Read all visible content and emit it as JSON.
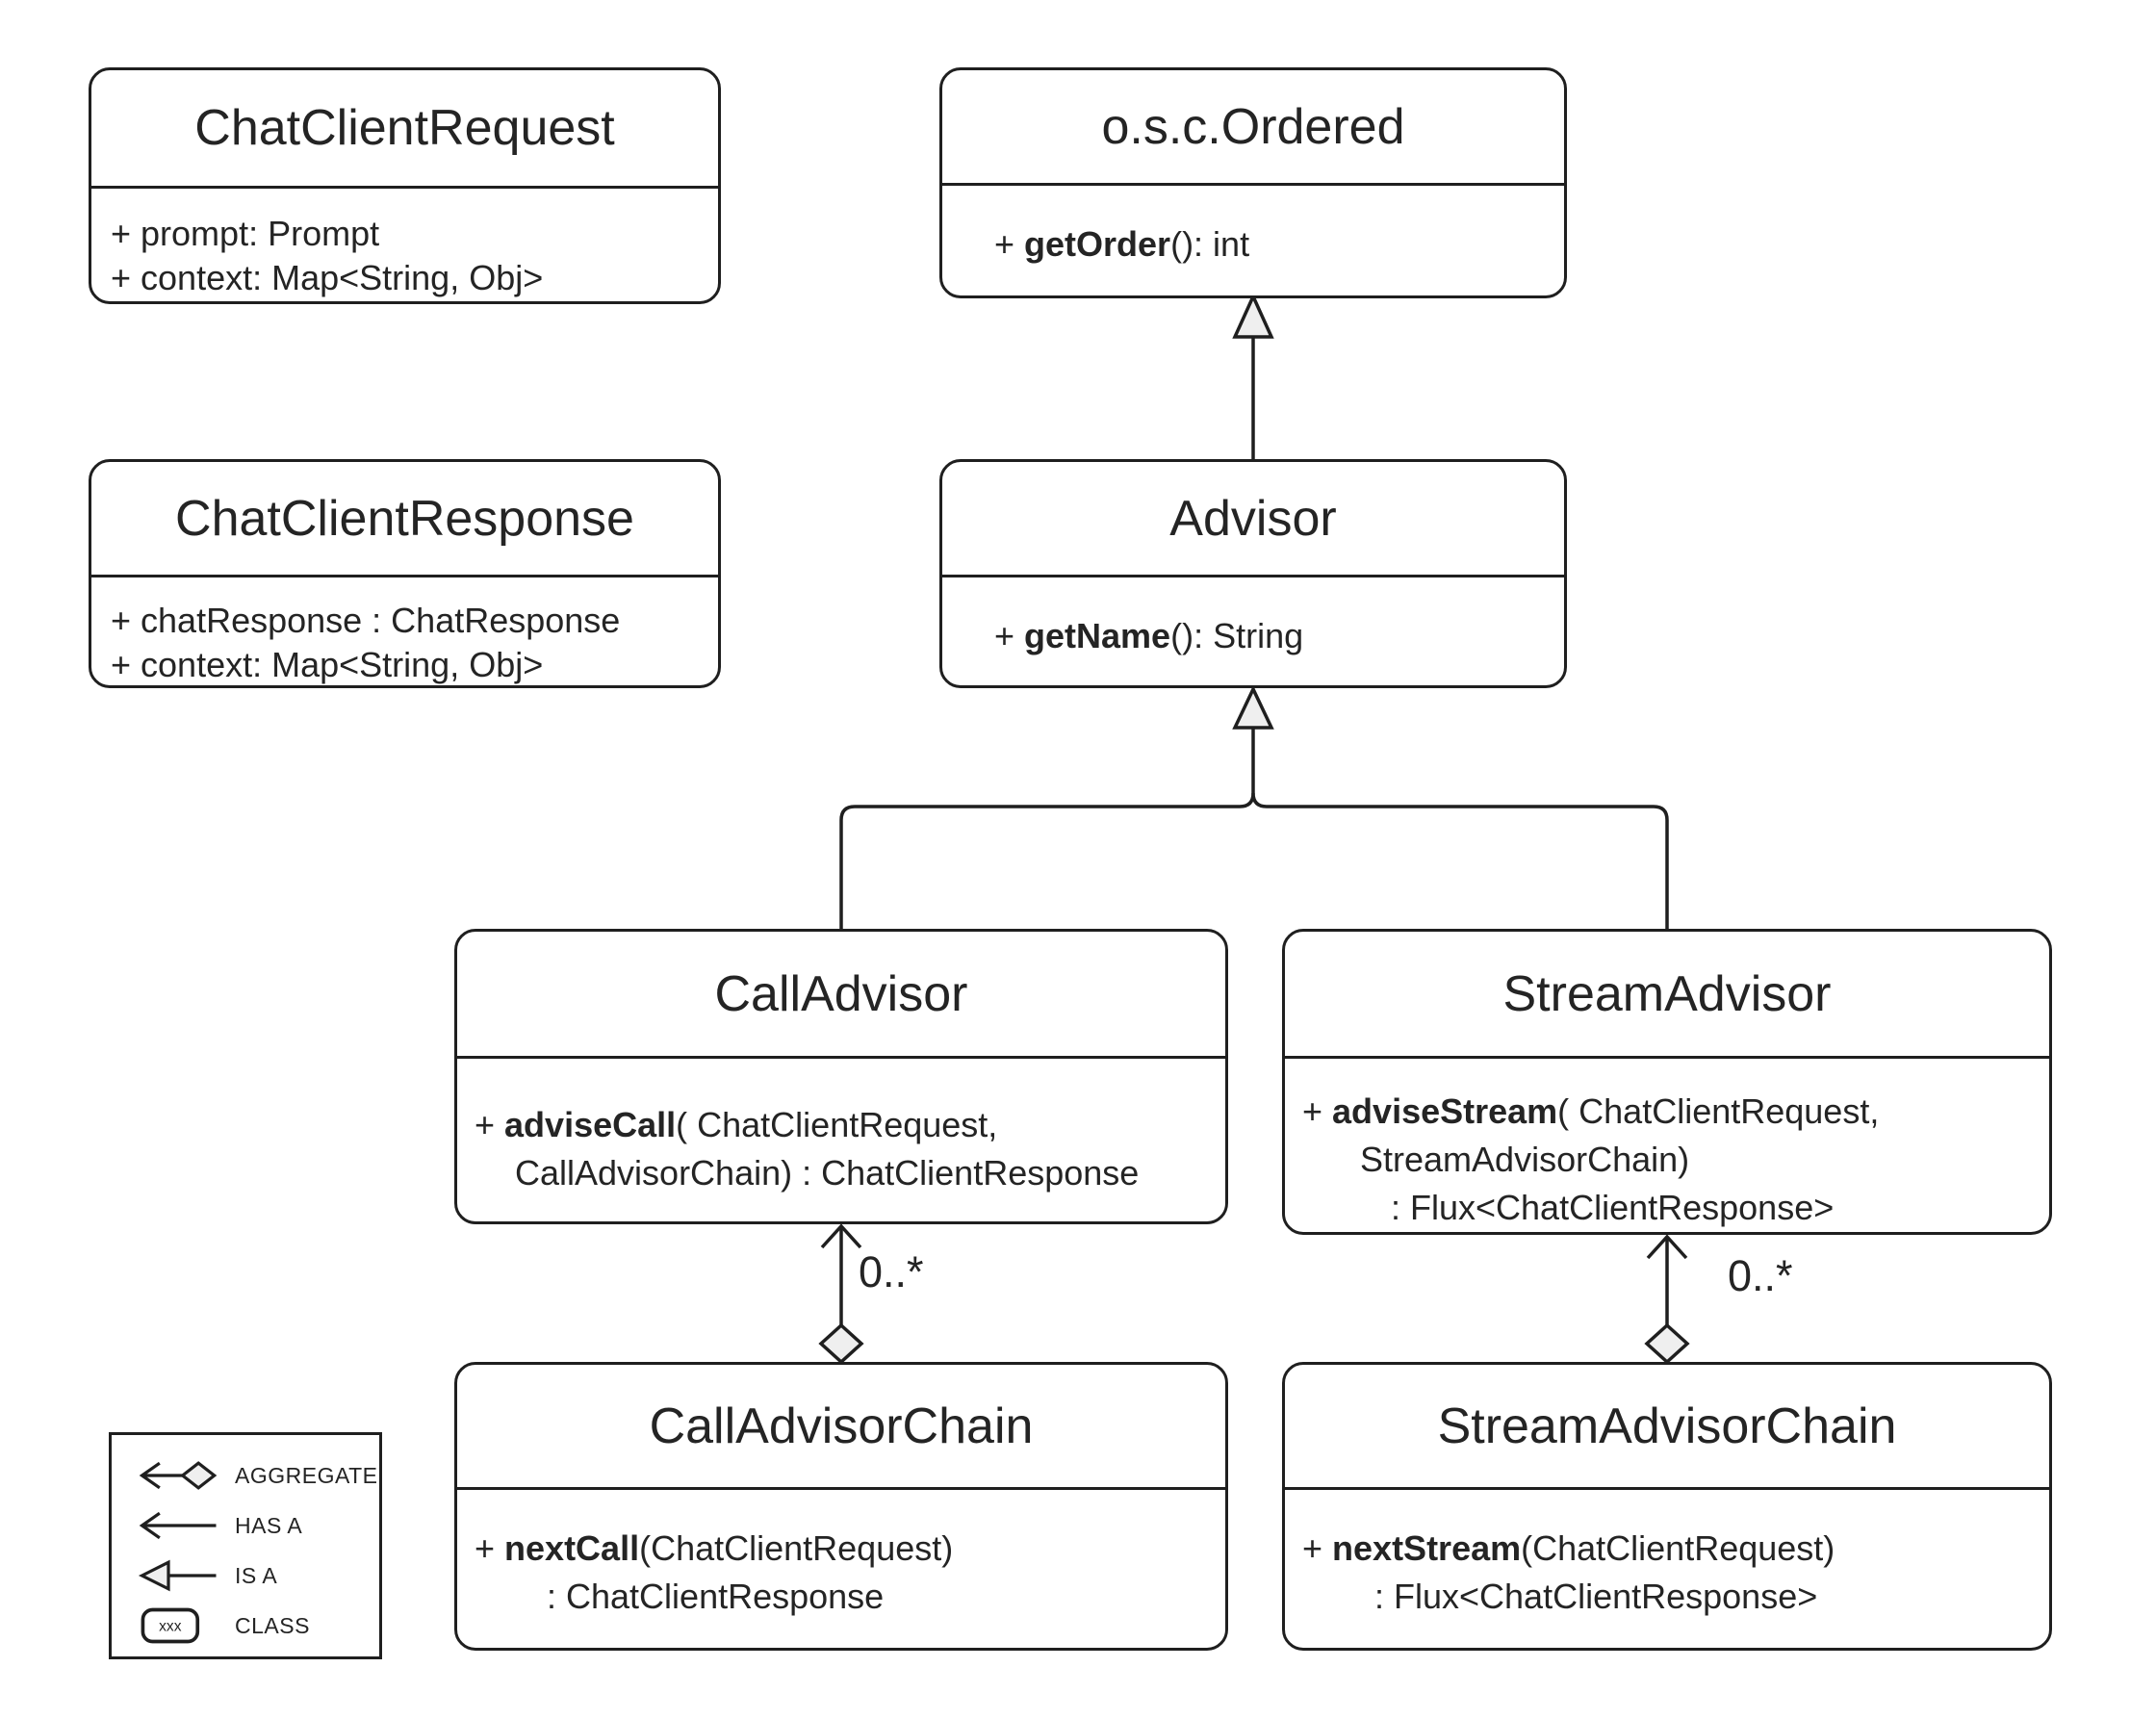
{
  "classes": {
    "chat_client_request": {
      "title": "ChatClientRequest",
      "lines": [
        {
          "pre": "+ prompt: Prompt"
        },
        {
          "pre": "+ context: Map<String, Obj>"
        }
      ]
    },
    "ordered": {
      "title": "o.s.c.Ordered",
      "lines": [
        {
          "pre": "+ ",
          "bold": "getOrder",
          "post": "(): int"
        }
      ]
    },
    "chat_client_response": {
      "title": "ChatClientResponse",
      "lines": [
        {
          "pre": "+ chatResponse : ChatResponse"
        },
        {
          "pre": "+ context: Map<String, Obj>"
        }
      ]
    },
    "advisor": {
      "title": "Advisor",
      "lines": [
        {
          "pre": "+ ",
          "bold": "getName",
          "post": "(): String"
        }
      ]
    },
    "call_advisor": {
      "title": "CallAdvisor",
      "lines": [
        {
          "pre": "+ ",
          "bold": "adviseCall",
          "post": "( ChatClientRequest,"
        },
        {
          "pre": "CallAdvisorChain) : ChatClientResponse"
        }
      ]
    },
    "stream_advisor": {
      "title": "StreamAdvisor",
      "lines": [
        {
          "pre": "+ ",
          "bold": "adviseStream",
          "post": "( ChatClientRequest,"
        },
        {
          "pre": "StreamAdvisorChain)"
        },
        {
          "pre": ": Flux<ChatClientResponse>"
        }
      ]
    },
    "call_advisor_chain": {
      "title": "CallAdvisorChain",
      "lines": [
        {
          "pre": "+ ",
          "bold": "nextCall",
          "post": "(ChatClientRequest)"
        },
        {
          "pre": ": ChatClientResponse"
        }
      ]
    },
    "stream_advisor_chain": {
      "title": "StreamAdvisorChain",
      "lines": [
        {
          "pre": "+ ",
          "bold": "nextStream",
          "post": "(ChatClientRequest)"
        },
        {
          "pre": ": Flux<ChatClientResponse>"
        }
      ]
    }
  },
  "relations": {
    "call_aggregate_multiplicity": "0..*",
    "stream_aggregate_multiplicity": "0..*"
  },
  "legend": {
    "aggregate_label": "AGGREGATE",
    "has_a_label": "HAS A",
    "is_a_label": "IS A",
    "class_label": "CLASS",
    "class_sample": "xxx"
  },
  "colors": {
    "stroke": "#1f1f1f",
    "shape_fill": "#efefef",
    "background": "#ffffff",
    "text": "#242424"
  }
}
